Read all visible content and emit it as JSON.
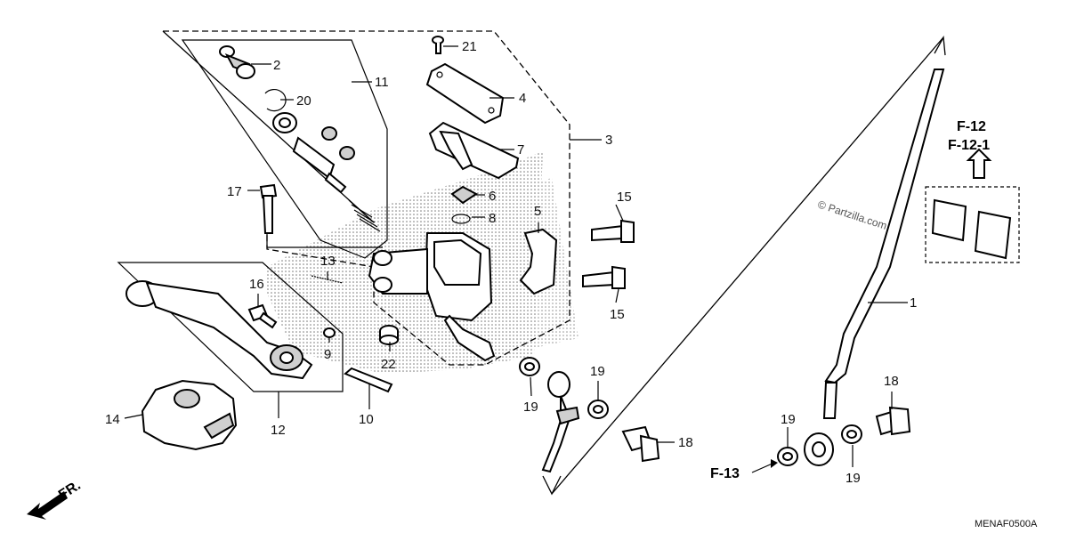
{
  "diagram": {
    "part_labels": {
      "p1": "1",
      "p2": "2",
      "p3": "3",
      "p4": "4",
      "p5": "5",
      "p6": "6",
      "p7": "7",
      "p8": "8",
      "p9": "9",
      "p10": "10",
      "p11": "11",
      "p12": "12",
      "p13": "13",
      "p14": "14",
      "p15a": "15",
      "p15b": "15",
      "p16": "16",
      "p17": "17",
      "p18a": "18",
      "p18b": "18",
      "p19a": "19",
      "p19b": "19",
      "p19c": "19",
      "p19d": "19",
      "p20": "20",
      "p21": "21",
      "p22": "22"
    },
    "refs": {
      "f12": "F-12",
      "f121": "F-12-1",
      "f13": "F-13",
      "fr": "FR."
    },
    "watermark": "© Partzilla.com",
    "code": "MENAF0500A"
  }
}
